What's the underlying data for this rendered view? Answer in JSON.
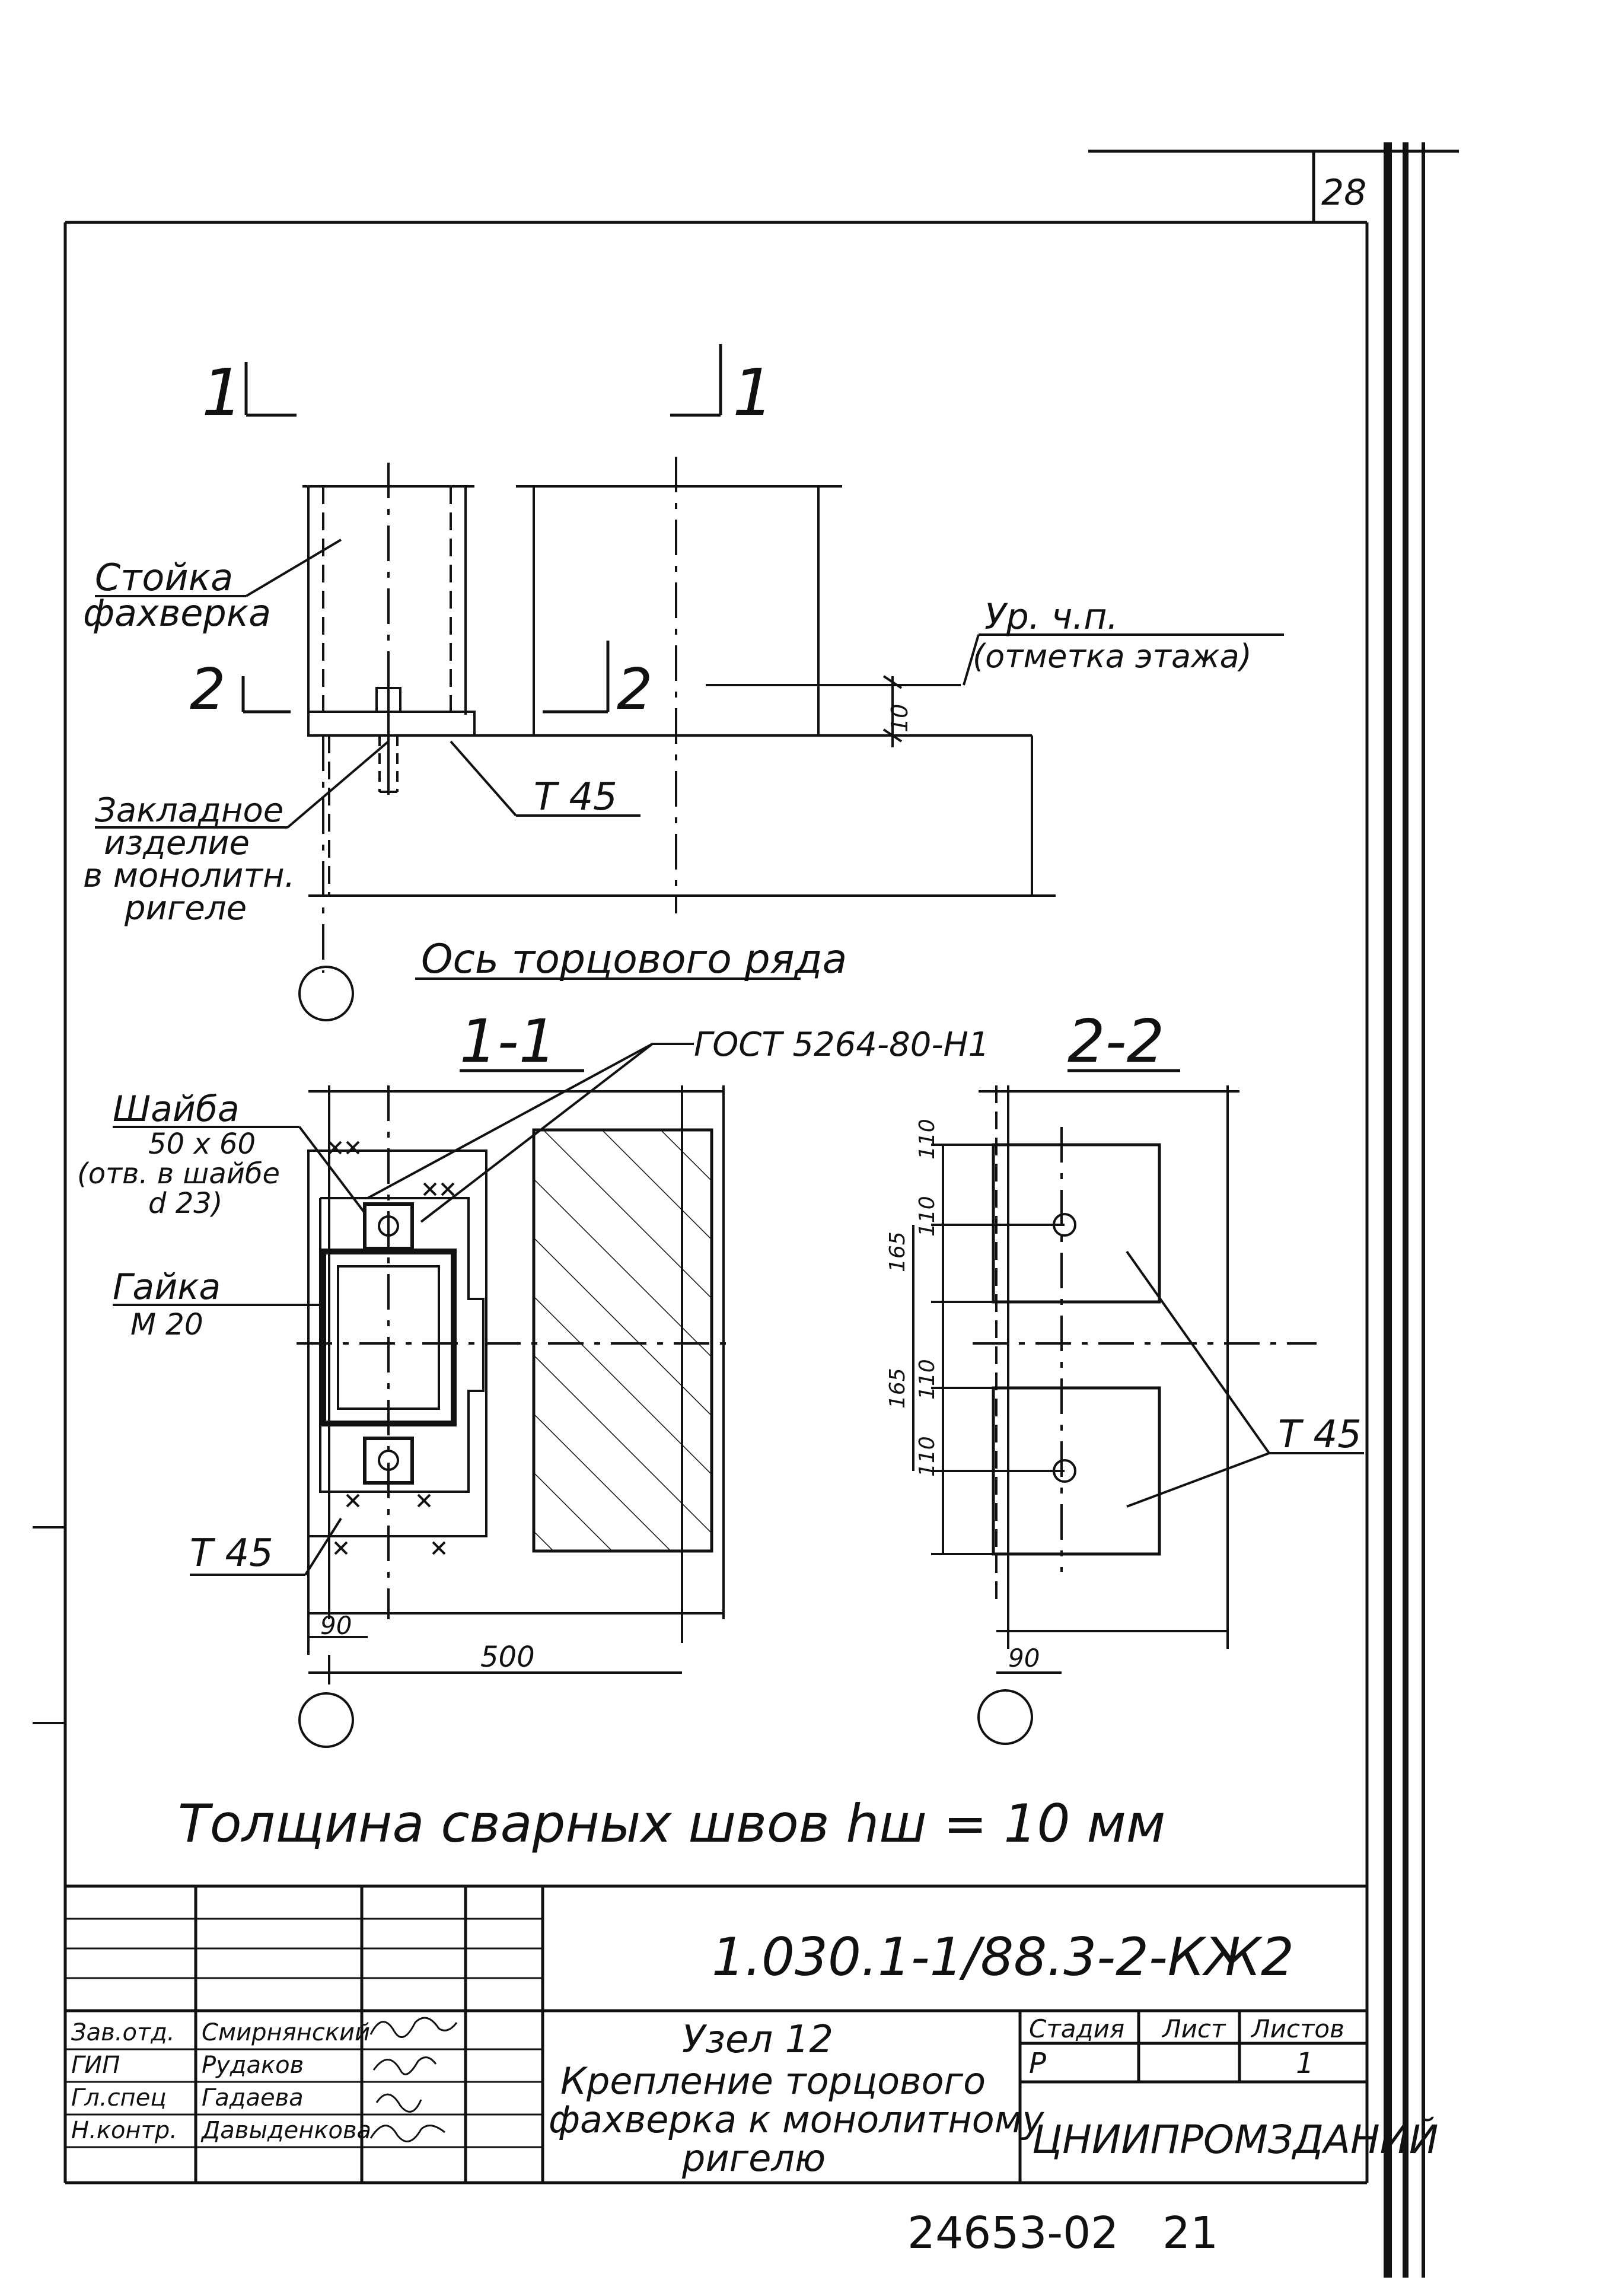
{
  "sheet": {
    "page_number": "28",
    "view_cut_1": "1",
    "view_cut_2": "2",
    "label_post_line1": "Стойка",
    "label_post_line2": "фахверка",
    "label_floor_line1": "Ур. ч.п.",
    "label_floor_line2": "(отметка этажа)",
    "dim_10": "10",
    "label_embed_line1": "Закладное",
    "label_embed_line2": "изделие",
    "label_embed_line3": "в монолитн.",
    "label_embed_line4": "ригеле",
    "label_t45_top": "Т 45",
    "label_axis": "Ось торцового ряда",
    "section_1_1": "1-1",
    "section_2_2": "2-2",
    "weld_standard": "ГОСТ 5264-80-Н1",
    "label_washer_line1": "Шайба",
    "label_washer_line2": "50 х 60",
    "label_washer_line3": "(отв. в шайбе",
    "label_washer_line4": "d 23)",
    "label_nut_line1": "Гайка",
    "label_nut_line2": "М 20",
    "label_t45_left": "Т 45",
    "label_t45_right": "Т 45",
    "dim_90_left": "90",
    "dim_500": "500",
    "dim_90_right": "90",
    "dim_110": "110",
    "dim_165": "165",
    "weld_note": "Толщина сварных швов hш = 10 мм"
  },
  "title_block": {
    "doc_code": "1.030.1-1/88.3-2-КЖ2",
    "roles": [
      "Зав.отд.",
      "ГИП",
      "Гл.спец",
      "Н.контр."
    ],
    "names": [
      "Смирнянский",
      "Рудаков",
      "Гадаева",
      "Давыденкова"
    ],
    "title_line1": "Узел 12",
    "title_line2": "Крепление торцового",
    "title_line3": "фахверка к монолитному",
    "title_line4": "ригелю",
    "col_stage": "Стадия",
    "col_sheet": "Лист",
    "col_sheets": "Листов",
    "stage_value": "Р",
    "sheets_value": "1",
    "organization": "ЦНИИПРОМЗДАНИЙ",
    "archive_number": "24653-02",
    "archive_page": "21"
  }
}
